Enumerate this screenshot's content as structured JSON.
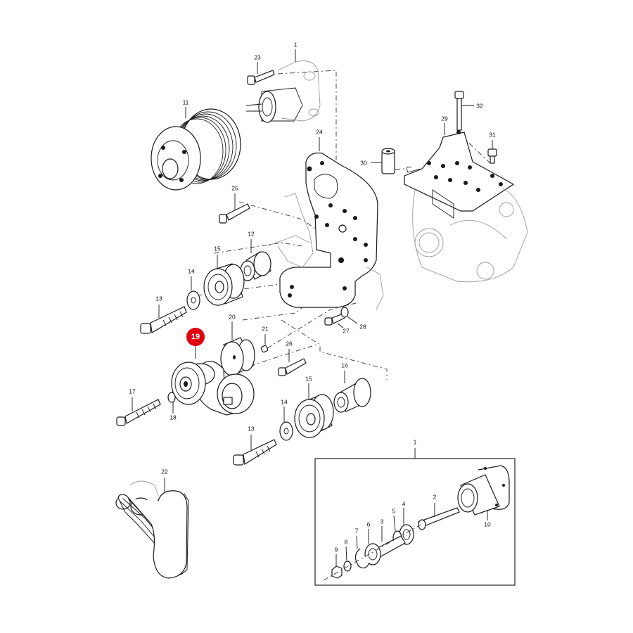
{
  "callouts": {
    "c1_top": "1",
    "c23": "23",
    "c11": "11",
    "c24": "24",
    "c25": "25",
    "c12": "12",
    "c15_top": "15",
    "c14_top": "14",
    "c13_top": "13",
    "c29": "29",
    "c32": "32",
    "c30": "30",
    "c31": "31",
    "c20": "20",
    "c21": "21",
    "c27": "27",
    "c28": "28",
    "c26": "26",
    "c16": "16",
    "c15_mid": "15",
    "c14_mid": "14",
    "c13_mid": "13",
    "c17": "17",
    "c18": "18",
    "c22": "22",
    "c1_inset": "1",
    "c2": "2",
    "c3": "3",
    "c4": "4",
    "c5": "5",
    "c6": "6",
    "c7": "7",
    "c8": "8",
    "c9": "9",
    "c10": "10"
  },
  "highlight": {
    "label": "19",
    "color": "#e3000f"
  }
}
